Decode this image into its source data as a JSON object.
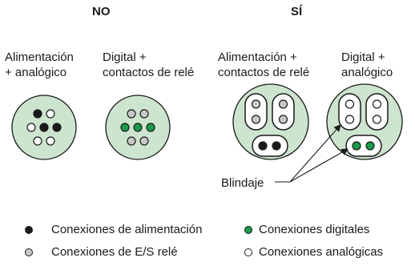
{
  "headings": {
    "no": "NO",
    "si": "SÍ"
  },
  "labels": {
    "c1": [
      "Alimentación",
      "+ analógico"
    ],
    "c2": [
      "Digital +",
      "contactos de relé"
    ],
    "c3": [
      "Alimentación +",
      "contactos de relé"
    ],
    "c4": [
      "Digital +",
      "analógico"
    ]
  },
  "shield_label": "Blindaje",
  "legend": [
    {
      "label": "Conexiones de alimentación",
      "icon": "black-dot-icon",
      "color": "#1a1a1a"
    },
    {
      "label": "Conexiones digitales",
      "icon": "green-dot-icon",
      "color": "#1a9a4a"
    },
    {
      "label": "Conexiones de E/S relé",
      "icon": "gray-dot-icon",
      "color": "#c8c8c8"
    },
    {
      "label": "Conexiones analógicas",
      "icon": "white-dot-icon",
      "color": "#ffffff"
    }
  ],
  "colors": {
    "cable_fill": "#cde4cf",
    "power": "#1a1a1a",
    "digital": "#1a9a4a",
    "relay": "#c8c8c8",
    "analog": "#ffffff"
  }
}
